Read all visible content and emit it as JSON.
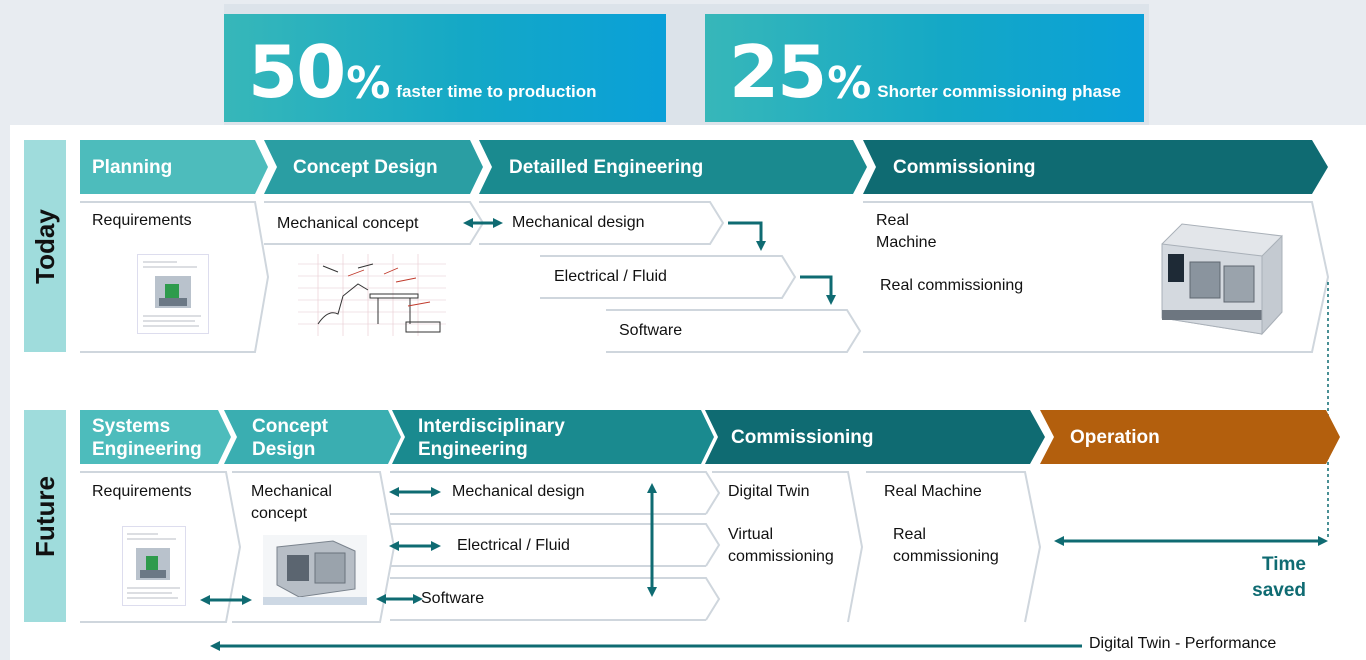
{
  "stats": [
    {
      "number": "50",
      "unit": "%",
      "caption": "faster time to production"
    },
    {
      "number": "25",
      "unit": "%",
      "caption": "Shorter commissioning phase"
    }
  ],
  "today": {
    "label": "Today",
    "phases": [
      "Planning",
      "Concept Design",
      "Detailled Engineering",
      "Commissioning"
    ],
    "items": {
      "requirements": "Requirements",
      "mechanical_concept": "Mechanical concept",
      "mechanical_design": "Mechanical design",
      "electrical_fluid": "Electrical / Fluid",
      "software": "Software",
      "real_machine": "Real\nMachine",
      "real_commissioning": "Real commissioning"
    }
  },
  "future": {
    "label": "Future",
    "phases": [
      "Systems\nEngineering",
      "Concept\nDesign",
      "Interdisciplinary\nEngineering",
      "Commissioning",
      "Operation"
    ],
    "items": {
      "requirements": "Requirements",
      "mechanical_concept": "Mechanical\nconcept",
      "mechanical_design": "Mechanical design",
      "electrical_fluid": "Electrical / Fluid",
      "software": "Software",
      "digital_twin": "Digital Twin",
      "virtual_commissioning": "Virtual\ncommissioning",
      "real_machine": "Real Machine",
      "real_commissioning": "Real\ncommissioning",
      "time_saved": "Time\nsaved"
    }
  },
  "footer": {
    "digital_twin_performance": "Digital Twin - Performance"
  },
  "colors": {
    "teal_light": "#4dbcbc",
    "teal_mid": "#2a9ea3",
    "teal_dark": "#1a7f86",
    "teal_darkest": "#0f6b72",
    "orange": "#b35f0d",
    "side_label": "#9fdcdc",
    "arrow": "#0f6b72"
  }
}
